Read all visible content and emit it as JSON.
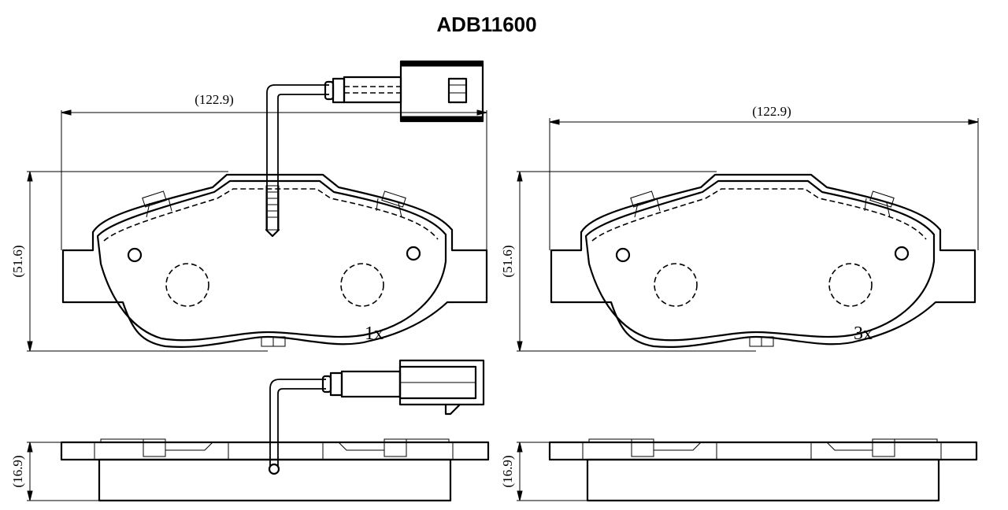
{
  "title": "ADB11600",
  "views": {
    "left_pad": {
      "width_label": "(122.9)",
      "height_label": "(51.6)",
      "quantity_label": "1x",
      "thickness_label": "(16.9)"
    },
    "right_pad": {
      "width_label": "(122.9)",
      "height_label": "(51.6)",
      "quantity_label": "3x",
      "thickness_label": "(16.9)"
    }
  }
}
